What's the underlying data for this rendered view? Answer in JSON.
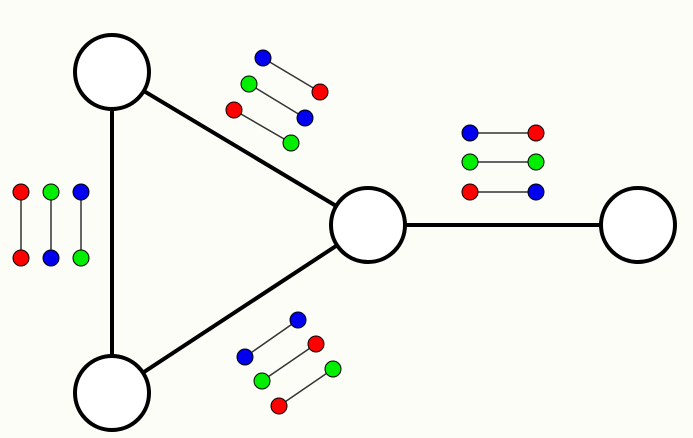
{
  "colors": {
    "red": "#ff0000",
    "green": "#00ee00",
    "blue": "#0000ee",
    "background": "#fdfdf8",
    "stroke": "#000000"
  },
  "nodes": [
    "top-left",
    "bottom-left",
    "center",
    "right"
  ],
  "edges": [
    [
      "top-left",
      "bottom-left"
    ],
    [
      "top-left",
      "center"
    ],
    [
      "bottom-left",
      "center"
    ],
    [
      "center",
      "right"
    ]
  ],
  "pair_groups": [
    {
      "edge": "top-left-bottom-left",
      "pairs": [
        [
          "red",
          "red"
        ],
        [
          "green",
          "blue"
        ],
        [
          "blue",
          "green"
        ]
      ]
    },
    {
      "edge": "top-left-center",
      "pairs": [
        [
          "blue",
          "red"
        ],
        [
          "green",
          "blue"
        ],
        [
          "red",
          "green"
        ]
      ]
    },
    {
      "edge": "bottom-left-center",
      "pairs": [
        [
          "blue",
          "blue"
        ],
        [
          "red",
          "green"
        ],
        [
          "green",
          "red"
        ]
      ]
    },
    {
      "edge": "center-right",
      "pairs": [
        [
          "blue",
          "red"
        ],
        [
          "green",
          "green"
        ],
        [
          "red",
          "blue"
        ]
      ]
    }
  ]
}
